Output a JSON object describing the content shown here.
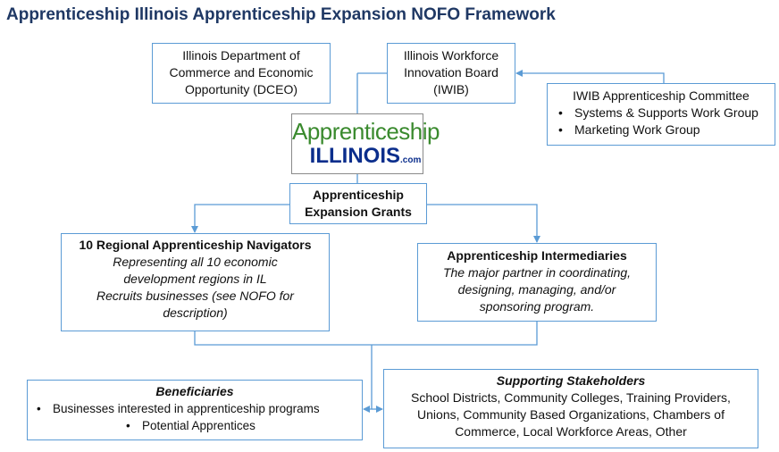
{
  "title": "Apprenticeship Illinois Apprenticeship Expansion NOFO Framework",
  "colors": {
    "title": "#1f3864",
    "box_border": "#5b9bd5",
    "connector": "#5b9bd5",
    "logo_green": "#3a8a2e",
    "logo_blue": "#0b2e8c"
  },
  "dceo": {
    "lines": [
      "Illinois Department of",
      "Commerce and Economic",
      "Opportunity (DCEO)"
    ]
  },
  "iwib": {
    "lines": [
      "Illinois Workforce",
      "Innovation Board",
      "(IWIB)"
    ]
  },
  "committee": {
    "heading": "IWIB Apprenticeship Committee",
    "items": [
      "Systems & Supports Work Group",
      "Marketing Work Group"
    ]
  },
  "logo": {
    "line1": "Apprenticeship",
    "line2": "ILLINOIS",
    "suffix": ".com"
  },
  "grants": {
    "lines": [
      "Apprenticeship",
      "Expansion Grants"
    ]
  },
  "navigators": {
    "heading": "10 Regional Apprenticeship Navigators",
    "lines": [
      "Representing all 10 economic",
      "development regions in IL",
      "Recruits businesses (see NOFO for",
      "description)"
    ]
  },
  "intermediaries": {
    "heading": "Apprenticeship Intermediaries",
    "lines": [
      "The major partner in coordinating,",
      "designing, managing, and/or",
      "sponsoring program."
    ]
  },
  "beneficiaries": {
    "heading": "Beneficiaries",
    "items": [
      "Businesses interested in apprenticeship programs",
      "Potential Apprentices"
    ]
  },
  "stakeholders": {
    "heading": "Supporting Stakeholders",
    "lines": [
      "School Districts, Community Colleges, Training Providers,",
      "Unions, Community Based Organizations, Chambers of",
      "Commerce, Local Workforce Areas, Other"
    ]
  }
}
